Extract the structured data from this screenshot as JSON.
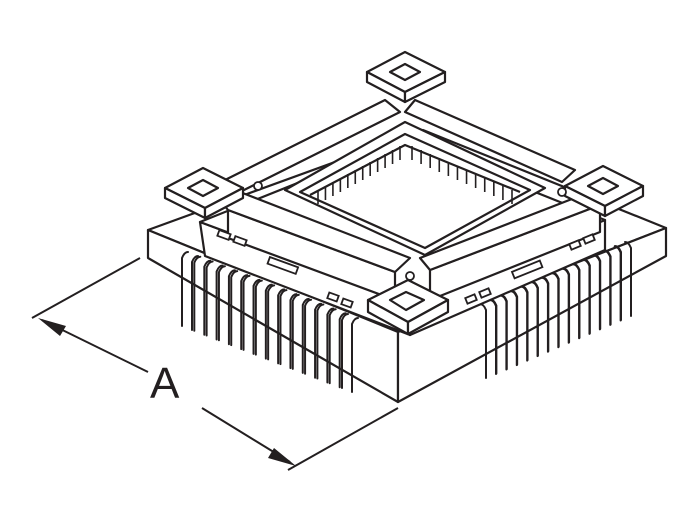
{
  "diagram": {
    "dimension_label": "A",
    "line_color": "#231f20",
    "fill_color": "#ffffff",
    "subject": "socket-adapter-isometric-drawing",
    "pins_per_side_front": 14
  }
}
